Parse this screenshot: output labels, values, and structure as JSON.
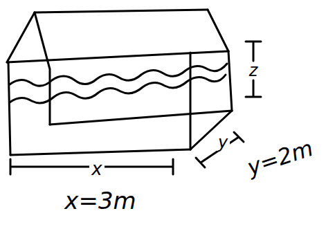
{
  "diagram": {
    "labels": [
      "z",
      "y",
      "y=2m",
      "x",
      "x=3m"
    ]
  }
}
